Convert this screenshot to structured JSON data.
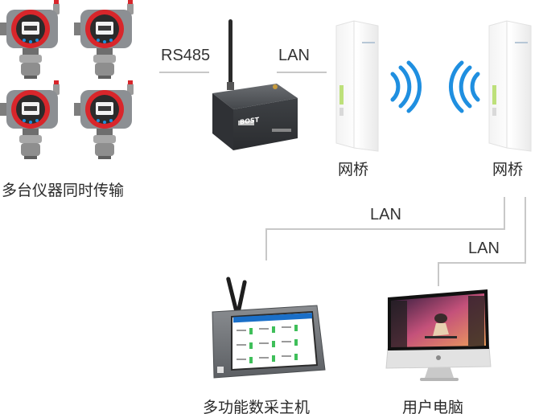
{
  "nodes": {
    "sensors": {
      "label": "多台仪器同时传输",
      "icon": "gas-detector-icon"
    },
    "gateway": {
      "label": "",
      "brand": "BOST",
      "icon": "data-gateway-icon"
    },
    "bridge_left": {
      "label": "网桥",
      "icon": "wireless-bridge-icon"
    },
    "bridge_right": {
      "label": "网桥",
      "icon": "wireless-bridge-icon"
    },
    "host": {
      "label": "多功能数采主机",
      "icon": "data-acquisition-host-icon"
    },
    "pc": {
      "label": "用户电脑",
      "icon": "imac-computer-icon"
    }
  },
  "links": {
    "rs485": "RS485",
    "lan_gateway_bridge": "LAN",
    "lan_bridge_host": "LAN",
    "lan_bridge_pc": "LAN"
  },
  "colors": {
    "wifi_blue": "#1f8fe0",
    "detector_red": "#d8262b",
    "line_gray": "#c8c8c8"
  }
}
